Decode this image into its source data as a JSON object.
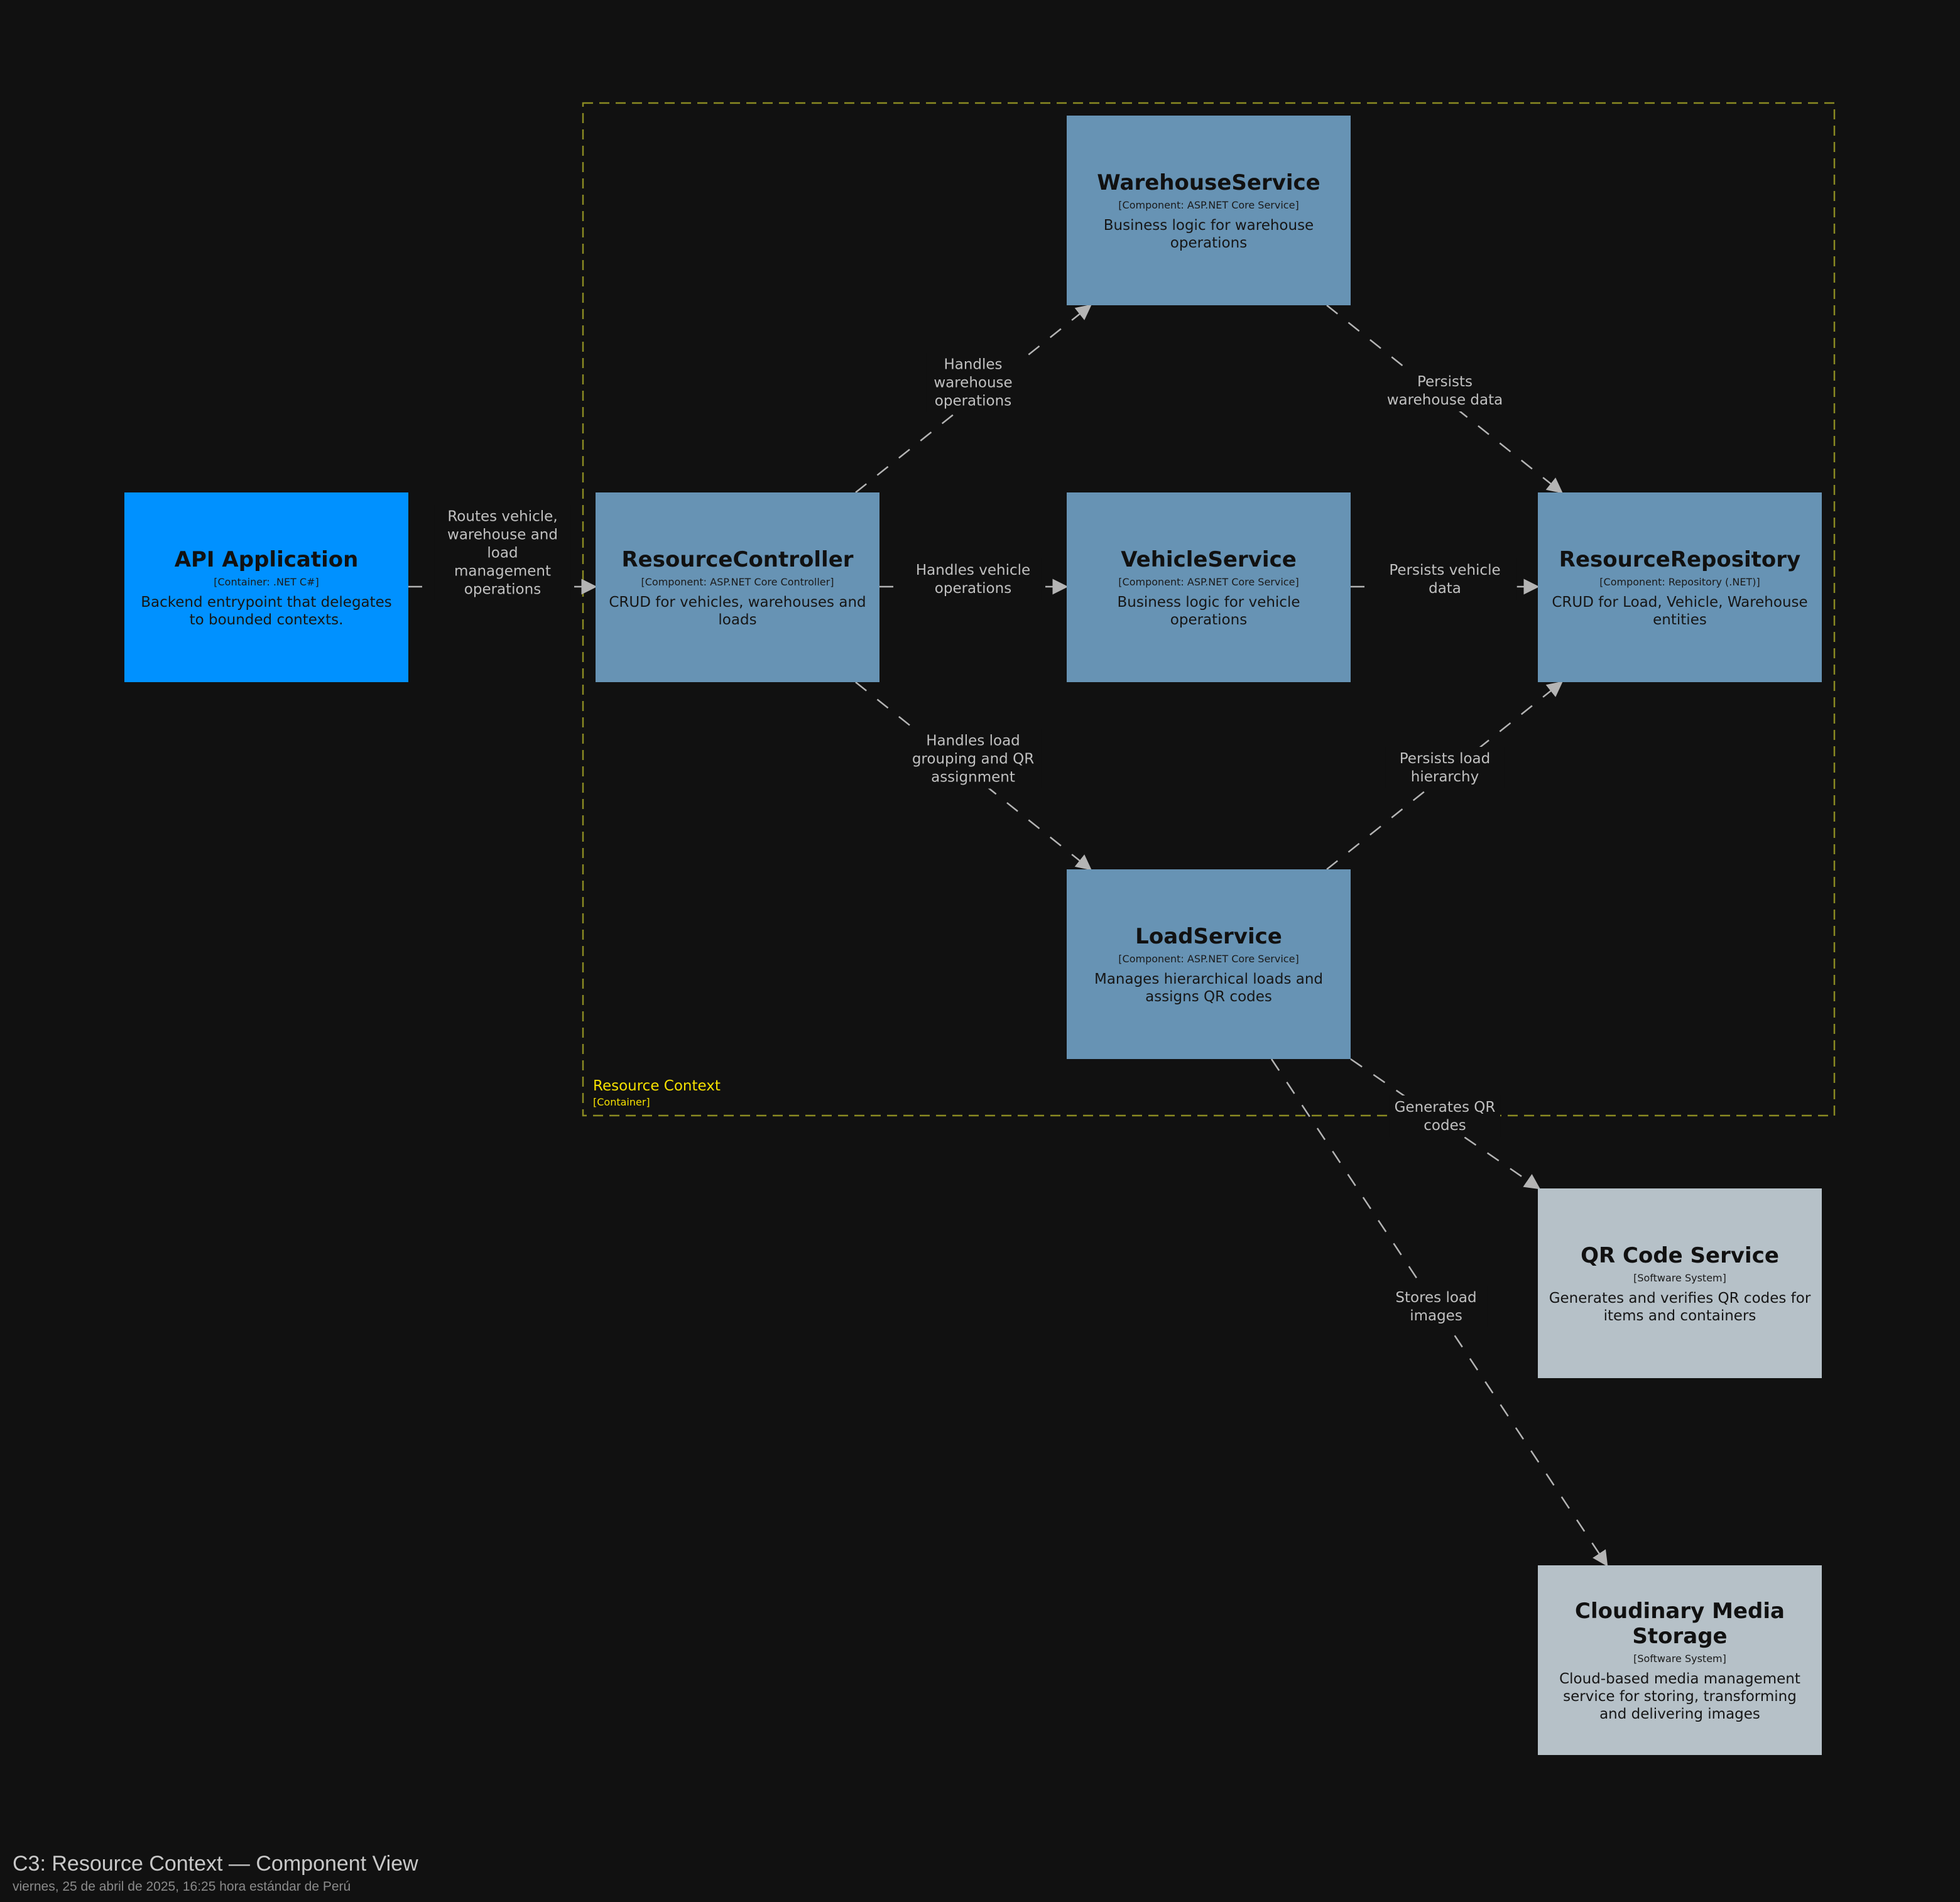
{
  "title": "C3: Resource Context — Component View",
  "date": "viernes, 25 de abril de 2025, 16:25 hora estándar de Perú",
  "colors": {
    "background": "#111111",
    "container": "#0091ff",
    "component": "#6793b4",
    "external_system": "#b6c1c8",
    "boundary": "#8a8a22",
    "boundary_label": "#f5e000",
    "edge": "#b4b4b4",
    "edge_label": "#c0c0c0"
  },
  "boundary": {
    "name": "Resource Context",
    "type": "[Container]"
  },
  "nodes": [
    {
      "id": "api_application",
      "title_lines": [
        "API Application"
      ],
      "type": "[Container: .NET C#]",
      "description_lines": [
        "Backend entrypoint that delegates",
        "to bounded contexts."
      ],
      "kind": "container"
    },
    {
      "id": "resource_controller",
      "title_lines": [
        "ResourceController"
      ],
      "type": "[Component: ASP.NET Core Controller]",
      "description_lines": [
        "CRUD for vehicles, warehouses and",
        "loads"
      ],
      "kind": "component"
    },
    {
      "id": "warehouse_service",
      "title_lines": [
        "WarehouseService"
      ],
      "type": "[Component: ASP.NET Core Service]",
      "description_lines": [
        "Business logic for warehouse",
        "operations"
      ],
      "kind": "component"
    },
    {
      "id": "vehicle_service",
      "title_lines": [
        "VehicleService"
      ],
      "type": "[Component: ASP.NET Core Service]",
      "description_lines": [
        "Business logic for vehicle",
        "operations"
      ],
      "kind": "component"
    },
    {
      "id": "resource_repository",
      "title_lines": [
        "ResourceRepository"
      ],
      "type": "[Component: Repository (.NET)]",
      "description_lines": [
        "CRUD for Load, Vehicle, Warehouse",
        "entities"
      ],
      "kind": "component"
    },
    {
      "id": "load_service",
      "title_lines": [
        "LoadService"
      ],
      "type": "[Component: ASP.NET Core Service]",
      "description_lines": [
        "Manages hierarchical loads and",
        "assigns QR codes"
      ],
      "kind": "component"
    },
    {
      "id": "qr_code_service",
      "title_lines": [
        "QR Code Service"
      ],
      "type": "[Software System]",
      "description_lines": [
        "Generates and verifies QR codes for",
        "items and containers"
      ],
      "kind": "external"
    },
    {
      "id": "cloudinary_media_storage",
      "title_lines": [
        "Cloudinary Media",
        "Storage"
      ],
      "type": "[Software System]",
      "description_lines": [
        "Cloud-based media management",
        "service for storing, transforming",
        "and delivering images"
      ],
      "kind": "external"
    }
  ],
  "edges": [
    {
      "id": "e1",
      "from": "api_application",
      "to": "resource_controller",
      "label_lines": [
        "Routes vehicle,",
        "warehouse and",
        "load",
        "management",
        "operations"
      ]
    },
    {
      "id": "e2",
      "from": "resource_controller",
      "to": "warehouse_service",
      "label_lines": [
        "Handles",
        "warehouse",
        "operations"
      ]
    },
    {
      "id": "e3",
      "from": "resource_controller",
      "to": "vehicle_service",
      "label_lines": [
        "Handles vehicle",
        "operations"
      ]
    },
    {
      "id": "e4",
      "from": "resource_controller",
      "to": "load_service",
      "label_lines": [
        "Handles load",
        "grouping and QR",
        "assignment"
      ]
    },
    {
      "id": "e5",
      "from": "warehouse_service",
      "to": "resource_repository",
      "label_lines": [
        "Persists",
        "warehouse data"
      ]
    },
    {
      "id": "e6",
      "from": "vehicle_service",
      "to": "resource_repository",
      "label_lines": [
        "Persists vehicle",
        "data"
      ]
    },
    {
      "id": "e7",
      "from": "load_service",
      "to": "resource_repository",
      "label_lines": [
        "Persists load",
        "hierarchy"
      ]
    },
    {
      "id": "e8",
      "from": "load_service",
      "to": "qr_code_service",
      "label_lines": [
        "Generates QR",
        "codes"
      ]
    },
    {
      "id": "e9",
      "from": "load_service",
      "to": "cloudinary_media_storage",
      "label_lines": [
        "Stores load",
        "images"
      ]
    }
  ]
}
